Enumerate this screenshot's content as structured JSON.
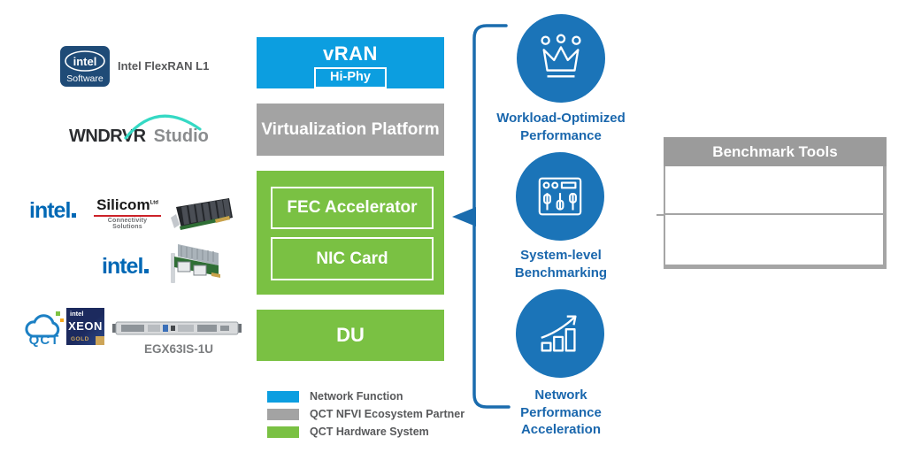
{
  "colors": {
    "network_function_blue": "#0c9ee0",
    "ecosystem_gray": "#a3a3a3",
    "hardware_green": "#7ac143",
    "benefit_circle_blue": "#1b74b8",
    "benefit_text_blue": "#1a67ad",
    "bracket_blue": "#1a6cae",
    "intel_blue": "#0068b5",
    "table_header_gray": "#9b9b9b"
  },
  "left_stack": {
    "intel_software": {
      "brand": "intel",
      "sub": "Software",
      "label": "Intel FlexRAN L1"
    },
    "windriver": {
      "brand": "WNDRVR",
      "suffix": "Studio"
    },
    "row_fec": {
      "intel": "intel",
      "silicom": {
        "name": "Silicom",
        "ltd": "Ltd",
        "tagline": "Connectivity Solutions"
      }
    },
    "row_nic": {
      "intel": "intel"
    },
    "row_server": {
      "qct": "QCT",
      "xeon": {
        "brand": "intel",
        "name": "XEON",
        "tier": "GOLD"
      },
      "server_model": "EGX63IS-1U"
    }
  },
  "stack": {
    "vran": {
      "title": "vRAN",
      "tag": "Hi-Phy"
    },
    "virtualization": {
      "title": "Virtualization Platform"
    },
    "fec": {
      "title": "FEC Accelerator"
    },
    "nic": {
      "title": "NIC Card"
    },
    "du": {
      "title": "DU"
    }
  },
  "legend": {
    "items": [
      {
        "color": "#0c9ee0",
        "label": "Network Function"
      },
      {
        "color": "#a3a3a3",
        "label": "QCT NFVI Ecosystem Partner"
      },
      {
        "color": "#7ac143",
        "label": "QCT Hardware System"
      }
    ]
  },
  "benefits": {
    "items": [
      {
        "icon": "crown-icon",
        "label": "Workload-Optimized\nPerformance"
      },
      {
        "icon": "mixer-icon",
        "label": "System-level\nBenchmarking"
      },
      {
        "icon": "growth-icon",
        "label": "Network\nPerformance\nAcceleration"
      }
    ]
  },
  "benchmark": {
    "title": "Benchmark Tools",
    "rows": [
      "",
      ""
    ]
  }
}
